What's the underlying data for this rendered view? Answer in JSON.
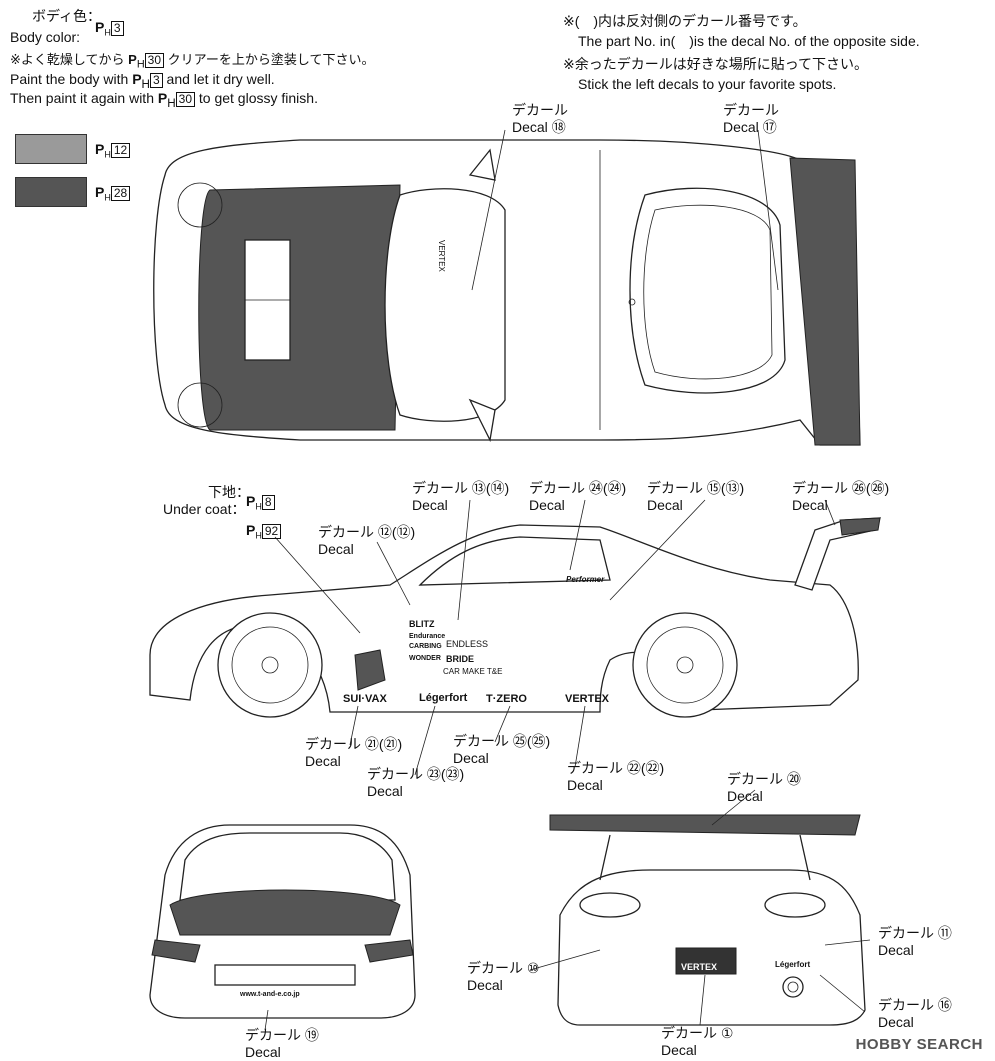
{
  "header": {
    "body_color_jp": "ボディ色：",
    "body_color_en": "Body color:",
    "body_color_no": "3",
    "clear_jp": "※よく乾燥してから",
    "clear_jp_no": "30",
    "clear_jp_tail": "クリアーを上から塗装して下さい。",
    "paint_line1_a": "Paint the body with",
    "paint_line1_no": "3",
    "paint_line1_b": "and let it dry well.",
    "paint_line2_a": "Then paint it again with",
    "paint_line2_no": "30",
    "paint_line2_b": "to get glossy finish.",
    "note1_jp": "※(　)内は反対側のデカール番号です。",
    "note1_en": "The part No. in(　)is the decal No. of the opposite side.",
    "note2_jp": "※余ったデカールは好きな場所に貼って下さい。",
    "note2_en": "Stick the left decals to your favorite spots."
  },
  "swatches": [
    {
      "no": "12",
      "color": "#9a9a9a"
    },
    {
      "no": "28",
      "color": "#555555"
    }
  ],
  "undercoat": {
    "jp": "下地：",
    "en": "Under coat：",
    "no1": "8",
    "no2": "92"
  },
  "paint_prefix": "P",
  "paint_sub": "H",
  "decal_jp": "デカール",
  "decal_en": "Decal",
  "callouts": [
    {
      "id": "18",
      "label": "⑱"
    },
    {
      "id": "17",
      "label": "⑰"
    },
    {
      "id": "13",
      "label": "⑬(⑭)"
    },
    {
      "id": "24",
      "label": "㉔(㉔)"
    },
    {
      "id": "15",
      "label": "⑮(⑬)"
    },
    {
      "id": "26",
      "label": "㉖(㉖)"
    },
    {
      "id": "12",
      "label": "⑫(⑫)"
    },
    {
      "id": "21",
      "label": "㉑(㉑)"
    },
    {
      "id": "23",
      "label": "㉓(㉓)"
    },
    {
      "id": "25",
      "label": "㉕(㉕)"
    },
    {
      "id": "22",
      "label": "㉒(㉒)"
    },
    {
      "id": "20",
      "label": "⑳"
    },
    {
      "id": "11",
      "label": "⑪"
    },
    {
      "id": "10",
      "label": "⑩"
    },
    {
      "id": "16",
      "label": "⑯"
    },
    {
      "id": "19",
      "label": "⑲"
    },
    {
      "id": "1",
      "label": "①"
    }
  ],
  "car_logos": {
    "sui_vax": "SUI·VAX",
    "legerfort": "Légerfort",
    "tzero": "T·ZERO",
    "vertex": "VERTEX",
    "blitz": "BLITZ",
    "endless": "ENDLESS",
    "bride": "BRIDE",
    "carmake": "CAR MAKE T&E",
    "wonder": "WONDER",
    "carbing": "CARBING",
    "endurance": "Endurance",
    "performer": "Performer",
    "url": "www.t-and-e.co.jp",
    "vertex_plate": "VERTEX",
    "legerfort_rear": "Légerfort"
  },
  "watermark": "HOBBY SEARCH"
}
